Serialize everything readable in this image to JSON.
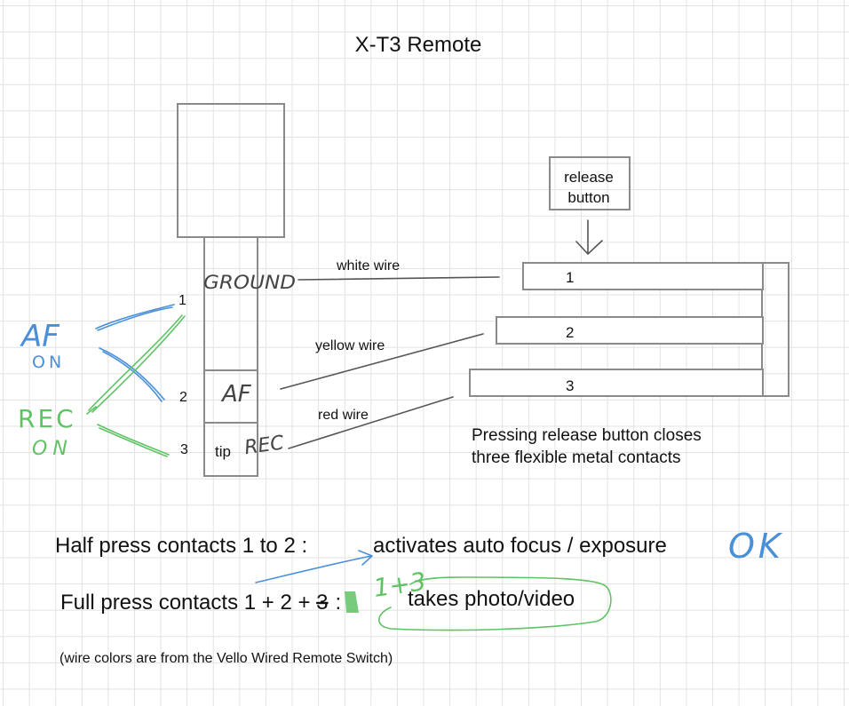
{
  "title": "X-T3 Remote",
  "plug": {
    "ground_label": "GROUND",
    "af_label": "AF",
    "rec_label": "REC",
    "tip_label": "tip",
    "pin_numbers": [
      "1",
      "2",
      "3"
    ]
  },
  "wires": {
    "white": "white wire",
    "yellow": "yellow wire",
    "red": "red wire"
  },
  "release_button": {
    "line1": "release",
    "line2": "button"
  },
  "contacts": [
    "1",
    "2",
    "3"
  ],
  "caption_line1": "Pressing release button closes",
  "caption_line2": "three flexible metal contacts",
  "handwritten": {
    "af_on_1": "AF",
    "af_on_2": "ON",
    "rec_on_1": "REC",
    "rec_on_2": "ON",
    "ok": "OK",
    "correction": "1+3"
  },
  "rules": {
    "half_press_left": "Half press contacts 1 to 2 :",
    "half_press_right": "activates auto focus / exposure",
    "full_press_left": "Full press contacts 1 + 2 + ",
    "full_press_struck": "3",
    "full_press_colon": ":",
    "full_press_right": "takes photo/video"
  },
  "footnote": "(wire colors are from the Vello Wired Remote Switch)",
  "colors": {
    "ink": "#111111",
    "box_stroke": "#8a8a8a",
    "pencil": "#555555",
    "blue_pen": "#4a90d9",
    "green_pen": "#5fc265"
  }
}
